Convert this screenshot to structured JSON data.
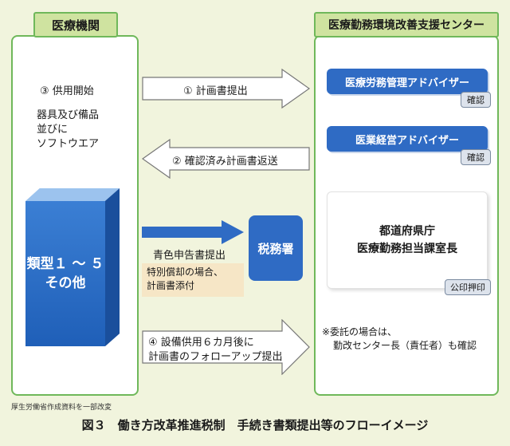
{
  "left_panel": {
    "title": "医療機関",
    "step3": "③ 供用開始",
    "equipment_lines": [
      "器具及び備品",
      "並びに",
      "ソフトウエア"
    ],
    "block_lines": [
      "類型１ ～ ５",
      "その他"
    ]
  },
  "right_panel": {
    "title": "医療勤務環境改善支援センター",
    "advisor1": "医療労務管理アドバイザー",
    "advisor2": "医業経営アドバイザー",
    "confirm1": "確認",
    "confirm2": "確認",
    "prefecture_lines": [
      "都道府県庁",
      "医療勤務担当課室長"
    ],
    "seal": "公印押印",
    "note_lines": [
      "※委託の場合は、",
      "勤改センター長（責任者）も確認"
    ]
  },
  "arrows": {
    "a1": "① 計画書提出",
    "a2": "② 確認済み計画書返送",
    "a3": "青色申告書提出",
    "a3_note_lines": [
      "特別償却の場合、",
      "計画書添付"
    ],
    "a4_lines": [
      "④ 設備供用６カ月後に",
      "計画書のフォローアップ提出"
    ]
  },
  "tax_office": "税務署",
  "source": "厚生労働省作成資料を一部改変",
  "caption": "図３　働き方改革推進税制　手続き書類提出等のフローイメージ",
  "colors": {
    "background": "#f1f4dd",
    "panel_border": "#6fb85a",
    "tab_fill": "#cfe3a0",
    "blue": "#2f6bc4",
    "beige": "#f6e6c6"
  }
}
